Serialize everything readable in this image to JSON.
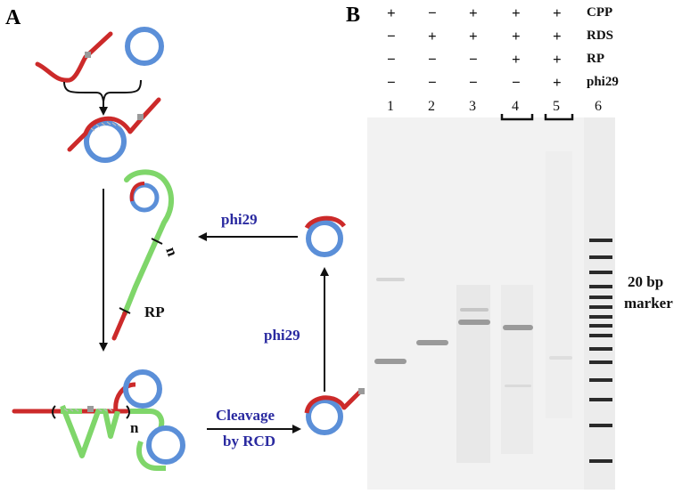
{
  "panels": {
    "a_label": "A",
    "b_label": "B"
  },
  "diagram": {
    "phi29_top": "phi29",
    "phi29_right": "phi29",
    "rp_label": "RP",
    "n_top": "n",
    "n_bottom": "n",
    "cleavage_line1": "Cleavage",
    "cleavage_line2": "by RCD"
  },
  "gel": {
    "reagents": [
      "CPP",
      "RDS",
      "RP",
      "phi29"
    ],
    "signs": [
      [
        "+",
        "−",
        "+",
        "+",
        "+"
      ],
      [
        "−",
        "+",
        "+",
        "+",
        "+"
      ],
      [
        "−",
        "−",
        "−",
        "+",
        "+"
      ],
      [
        "−",
        "−",
        "−",
        "−",
        "+"
      ]
    ],
    "lanes": [
      "1",
      "2",
      "3",
      "4",
      "5",
      "6"
    ],
    "marker_line1": "20 bp",
    "marker_line2": "marker"
  },
  "colors": {
    "strand_red": "#cc2a2a",
    "circle_blue": "#5b8fd8",
    "strand_green": "#7fd66a",
    "label_blue": "#2a2aa0",
    "gel_bg": "#f2f2f2",
    "band": "#9a9a9a"
  }
}
